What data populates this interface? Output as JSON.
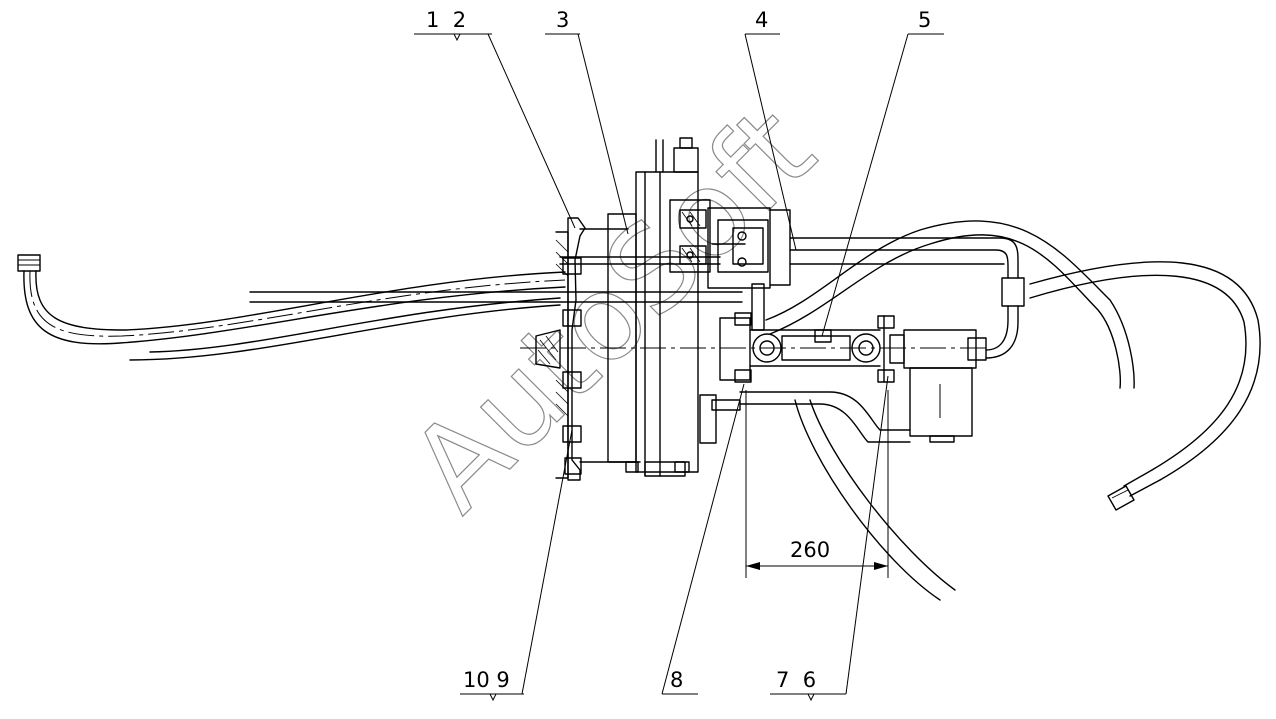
{
  "callouts": [
    {
      "id": "c1",
      "text": "1  2"
    },
    {
      "id": "c2",
      "text": "3"
    },
    {
      "id": "c3",
      "text": "4"
    },
    {
      "id": "c4",
      "text": "5"
    },
    {
      "id": "c5",
      "text": "10 9"
    },
    {
      "id": "c6",
      "text": "8"
    },
    {
      "id": "c7",
      "text": "7  6"
    }
  ],
  "dimension": {
    "value": "260"
  },
  "watermark": {
    "text": "AutoSoft",
    "color": "#8a8a8a"
  }
}
